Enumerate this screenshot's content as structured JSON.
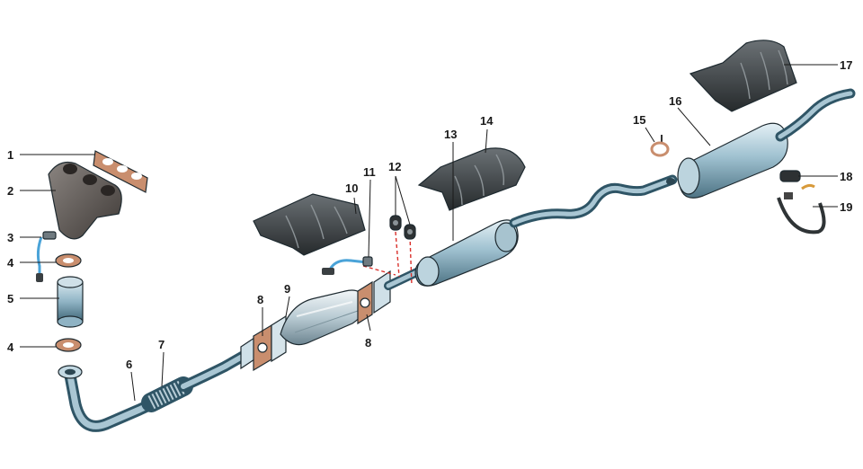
{
  "callouts": [
    {
      "id": "1",
      "text": "1"
    },
    {
      "id": "2",
      "text": "2"
    },
    {
      "id": "3",
      "text": "3"
    },
    {
      "id": "4a",
      "text": "4"
    },
    {
      "id": "5",
      "text": "5"
    },
    {
      "id": "4b",
      "text": "4"
    },
    {
      "id": "6",
      "text": "6"
    },
    {
      "id": "7",
      "text": "7"
    },
    {
      "id": "8a",
      "text": "8"
    },
    {
      "id": "9",
      "text": "9"
    },
    {
      "id": "8b",
      "text": "8"
    },
    {
      "id": "10",
      "text": "10"
    },
    {
      "id": "11",
      "text": "11"
    },
    {
      "id": "12",
      "text": "12"
    },
    {
      "id": "13",
      "text": "13"
    },
    {
      "id": "14",
      "text": "14"
    },
    {
      "id": "15",
      "text": "15"
    },
    {
      "id": "16",
      "text": "16"
    },
    {
      "id": "17",
      "text": "17"
    },
    {
      "id": "18",
      "text": "18"
    },
    {
      "id": "19",
      "text": "19"
    }
  ],
  "colors": {
    "pipe": "#8fb3c4",
    "pipe_dark": "#2f5566",
    "shield": "#3a3f42",
    "gasket": "#c98e6e",
    "manifold": "#5a5552",
    "sensor_wire": "#4aa3d8",
    "alignment": "#d9302b"
  }
}
